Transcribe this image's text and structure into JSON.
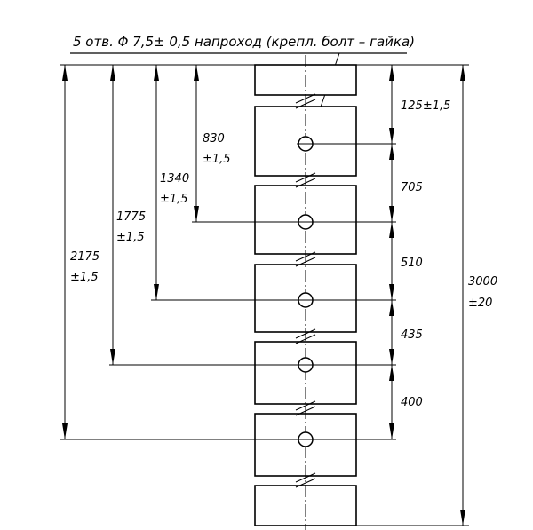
{
  "title": "5 отв. Φ 7,5± 0,5 напроход (крепл. болт – гайка)",
  "dimensions_right": [
    {
      "value": "125±1,5"
    },
    {
      "value": "705"
    },
    {
      "value": "510"
    },
    {
      "value": "435"
    },
    {
      "value": "400"
    }
  ],
  "overall": {
    "value": "3000",
    "tol": "±20"
  },
  "dimensions_left": [
    {
      "value": "830",
      "tol": "±1,5"
    },
    {
      "value": "1340",
      "tol": "±1,5"
    },
    {
      "value": "1775",
      "tol": "±1,5"
    },
    {
      "value": "2175",
      "tol": "±1,5"
    }
  ]
}
